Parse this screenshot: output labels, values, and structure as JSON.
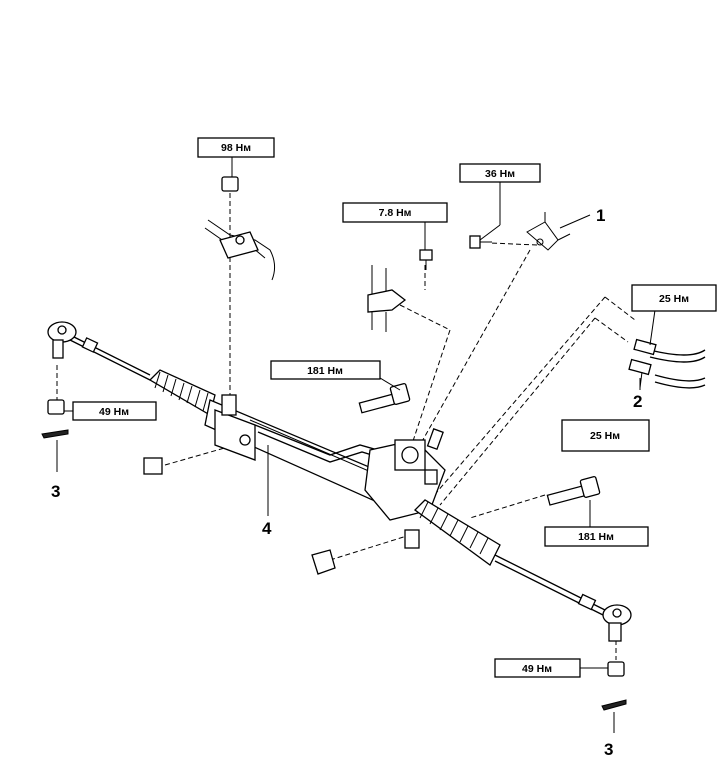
{
  "torque_labels": {
    "t98": "98 Нм",
    "t36": "36 Нм",
    "t78": "7.8 Нм",
    "t25a": "25 Нм",
    "t181a": "181 Нм",
    "t49a": "49 Нм",
    "t25b": "25 Нм",
    "t181b": "181 Нм",
    "t49b": "49 Нм"
  },
  "callouts": {
    "c1": "1",
    "c2": "2",
    "c3a": "3",
    "c3b": "3",
    "c4": "4"
  }
}
